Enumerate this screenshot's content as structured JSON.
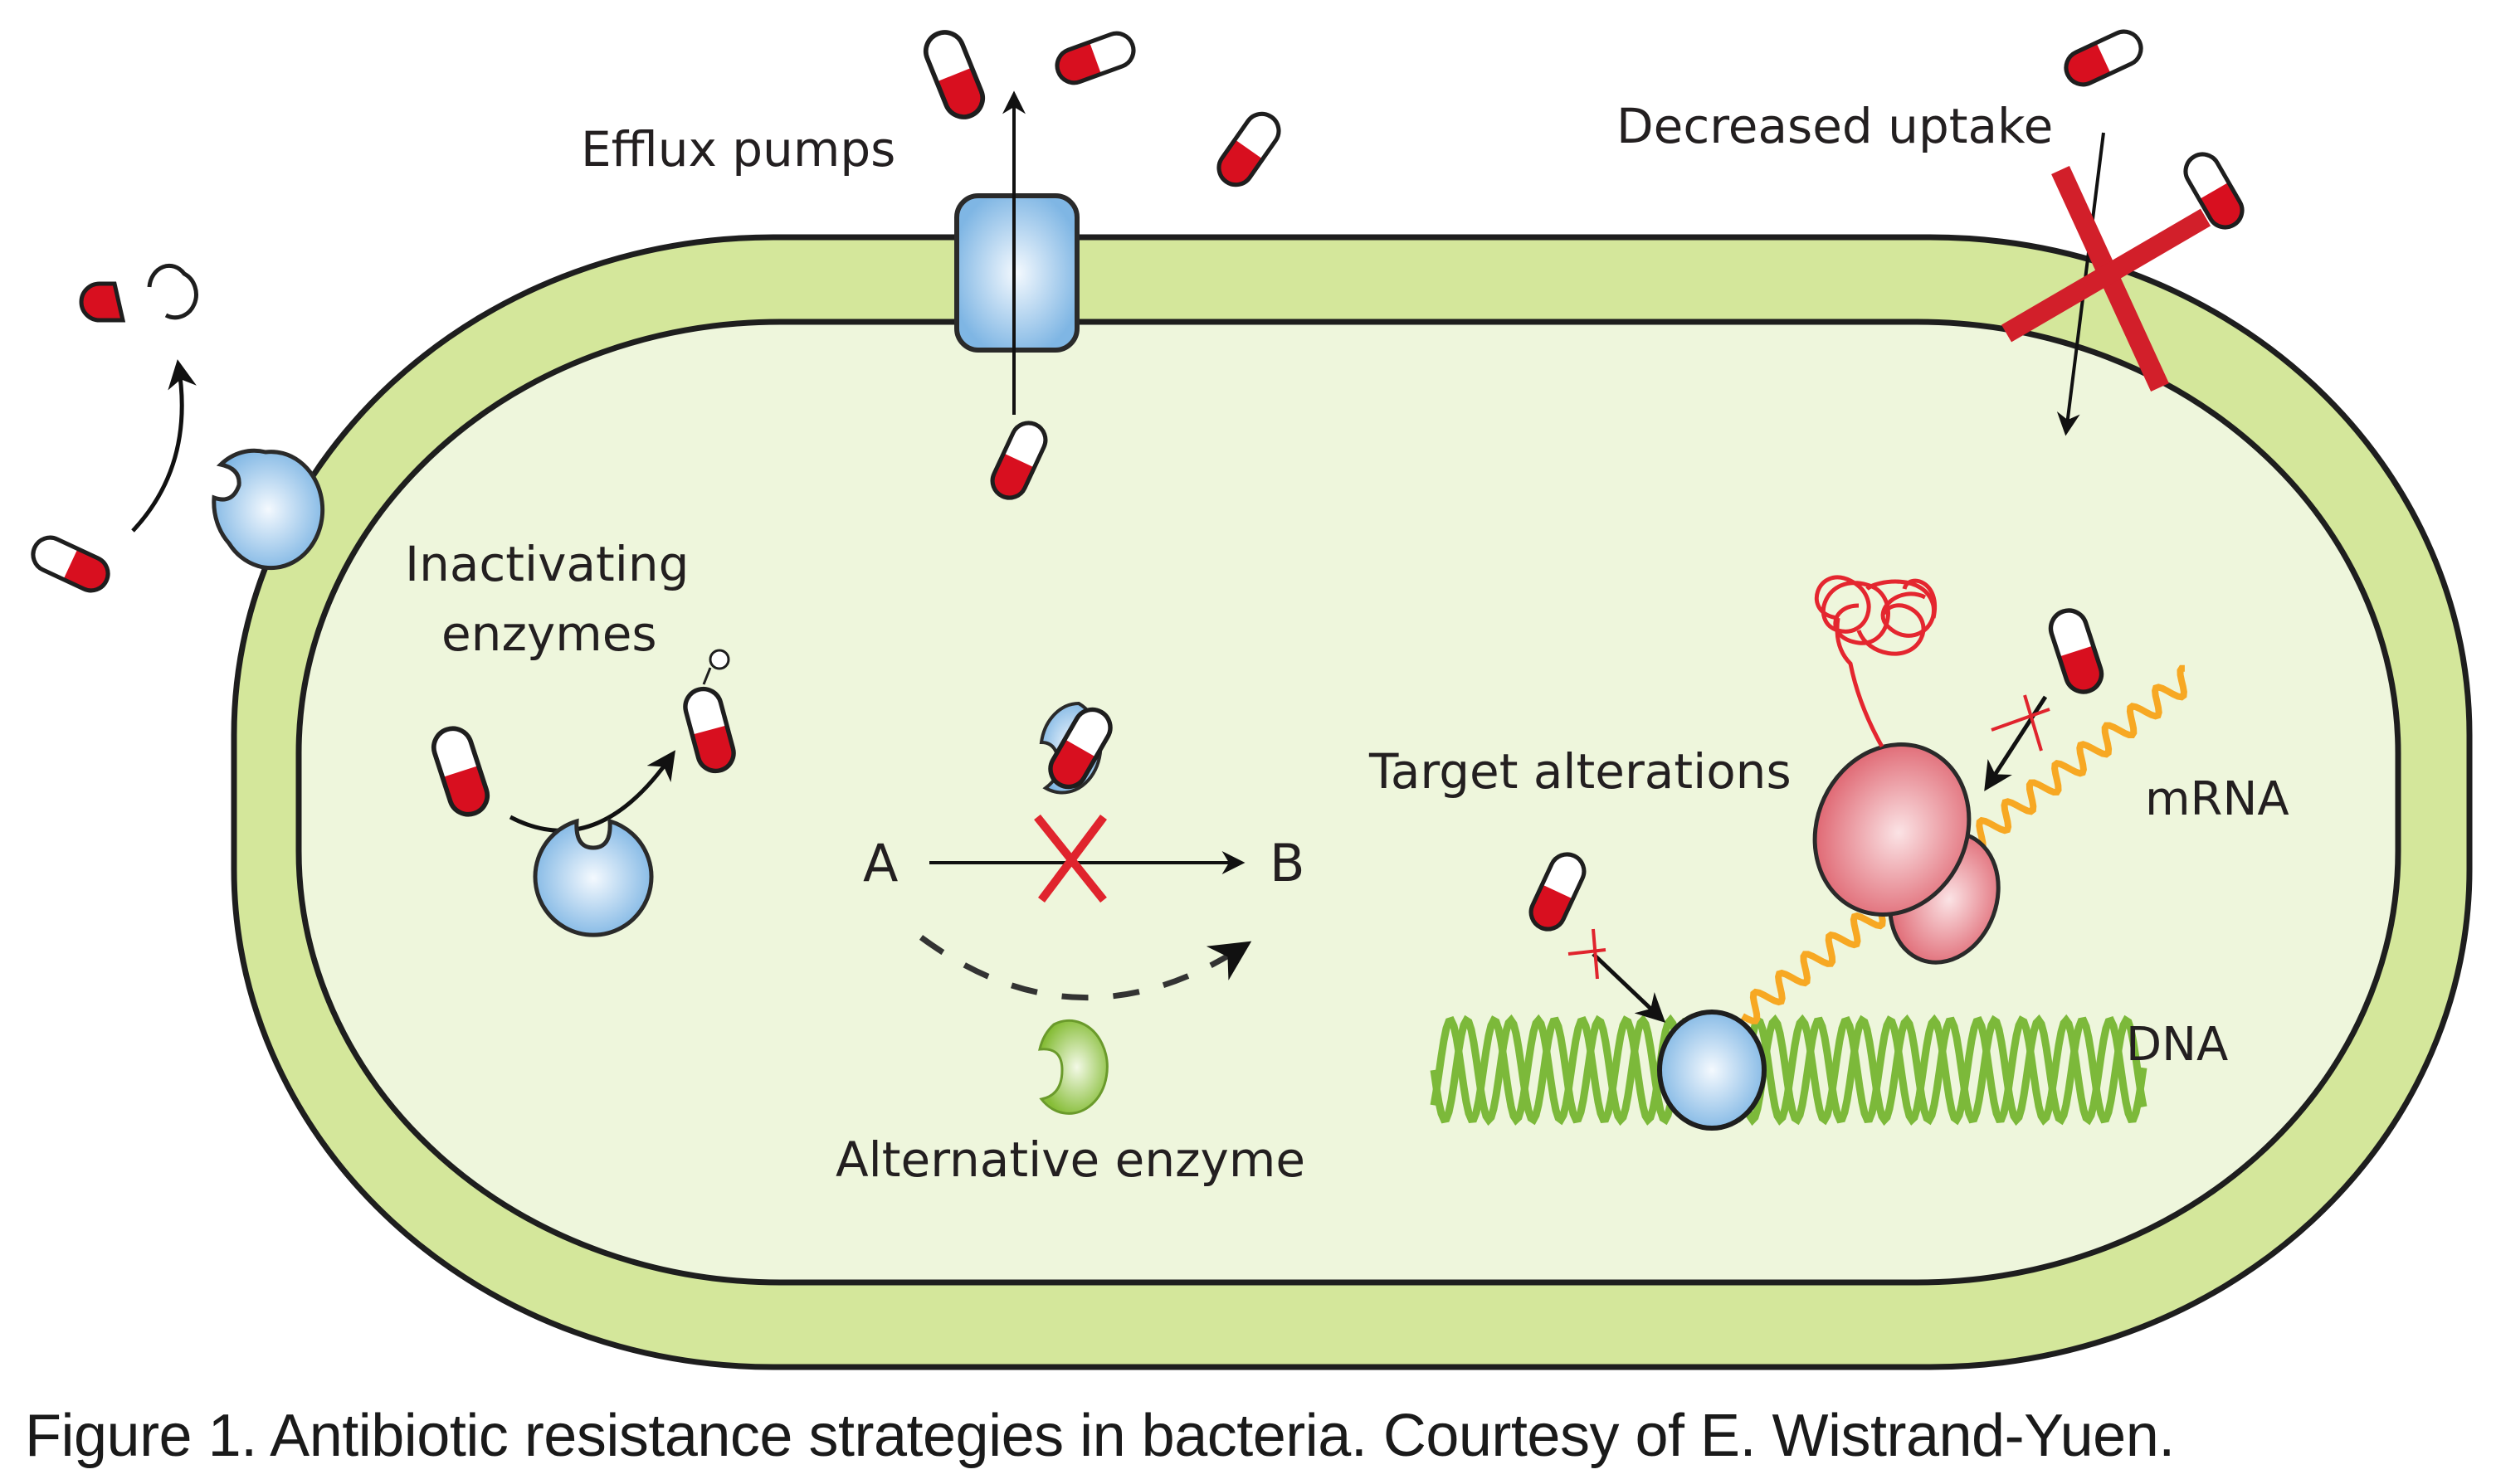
{
  "figure": {
    "labels": {
      "efflux": "Efflux pumps",
      "uptake": "Decreased uptake",
      "inactivating_line1": "Inactivating",
      "inactivating_line2": "enzymes",
      "target": "Target alterations",
      "mrna": "mRNA",
      "dna": "DNA",
      "alt_enzyme": "Alternative enzyme",
      "substrate_a": "A",
      "product_b": "B"
    },
    "caption": {
      "number": "Figure 1.",
      "text": " Antibiotic resistance strategies in bacteria. Courtesy of E. Wistrand-Yuen."
    },
    "colors": {
      "cell_wall": "#d4e79b",
      "cytoplasm": "#eef6dc",
      "outline": "#1e1e1e",
      "pill_red": "#d80f1f",
      "enzyme_blue": "#8fc3ea",
      "alt_enzyme_green": "#8cc63f",
      "ribosome": "#e4727c",
      "mrna": "#f7a823",
      "dna": "#7cb93a",
      "block_red": "#d21f2a"
    }
  }
}
